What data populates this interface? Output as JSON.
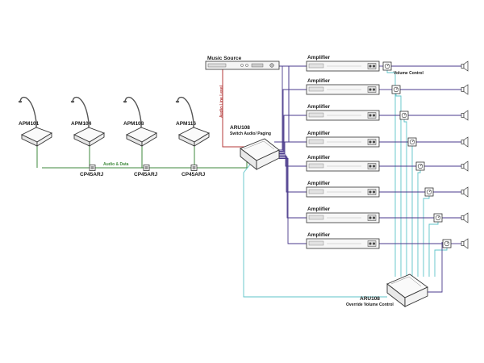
{
  "music_source": {
    "label": "Music Source"
  },
  "line_level_label": "Audio Line Level",
  "paging_unit": {
    "name": "ARU108",
    "subtitle": "Switch Audio/ Paging"
  },
  "override_unit": {
    "name": "ARU108",
    "subtitle": "Override Volume Control"
  },
  "audio_data_label": "Audio & Data",
  "volume_control_label": "Volume Control",
  "microphones": [
    {
      "label": "APM101"
    },
    {
      "label": "APM104"
    },
    {
      "label": "APM108"
    },
    {
      "label": "APM116"
    }
  ],
  "connectors": [
    {
      "label": "CP45ARJ"
    },
    {
      "label": "CP45ARJ"
    },
    {
      "label": "CP45ARJ"
    }
  ],
  "amplifiers": [
    {
      "label": "Amplifier"
    },
    {
      "label": "Amplifier"
    },
    {
      "label": "Amplifier"
    },
    {
      "label": "Amplifier"
    },
    {
      "label": "Amplifier"
    },
    {
      "label": "Amplifier"
    },
    {
      "label": "Amplifier"
    },
    {
      "label": "Amplifier"
    }
  ],
  "colors": {
    "green": "#3f8a3c",
    "purple": "#4a3a8c",
    "red": "#b43a3a",
    "cyan": "#5cc3c8",
    "device": "#333333"
  }
}
